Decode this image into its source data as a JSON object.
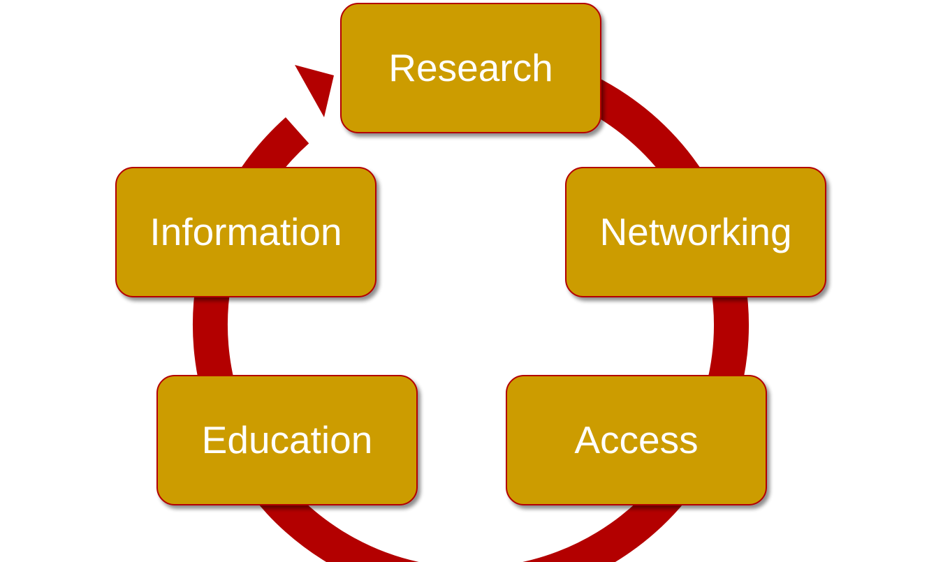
{
  "diagram": {
    "type": "cycle",
    "colors": {
      "node_fill": "#cc9c00",
      "node_border": "#b30000",
      "ring": "#b30000",
      "text": "#ffffff",
      "background": "#ffffff"
    },
    "nodes": [
      {
        "id": "research",
        "label": "Research"
      },
      {
        "id": "networking",
        "label": "Networking"
      },
      {
        "id": "access",
        "label": "Access"
      },
      {
        "id": "education",
        "label": "Education"
      },
      {
        "id": "information",
        "label": "Information"
      }
    ],
    "edges": [
      {
        "from": "research",
        "to": "networking"
      },
      {
        "from": "networking",
        "to": "access"
      },
      {
        "from": "access",
        "to": "education"
      },
      {
        "from": "education",
        "to": "information"
      },
      {
        "from": "information",
        "to": "research",
        "arrowhead": true
      }
    ]
  }
}
